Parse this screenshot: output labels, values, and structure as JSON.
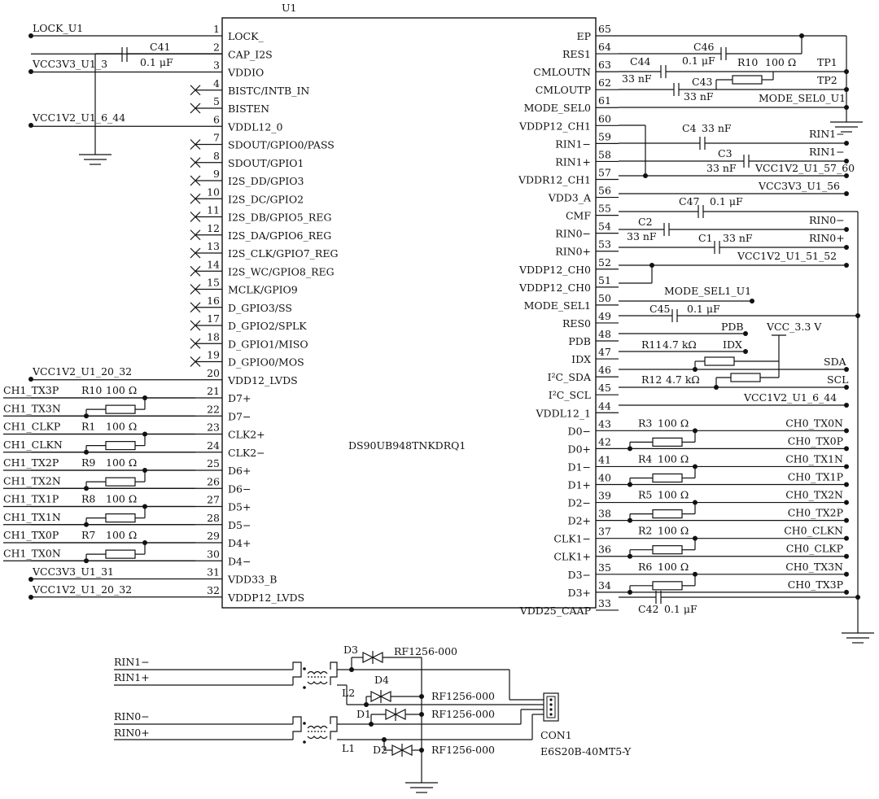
{
  "ic": {
    "ref": "U1",
    "part": "DS90UB948TNKDRQ1",
    "left_pins": [
      {
        "num": "1",
        "name": "LOCK_"
      },
      {
        "num": "2",
        "name": "CAP_I2S"
      },
      {
        "num": "3",
        "name": "VDDIO"
      },
      {
        "num": "4",
        "name": "BISTC/INTB_IN"
      },
      {
        "num": "5",
        "name": "BISTEN"
      },
      {
        "num": "6",
        "name": "VDDL12_0"
      },
      {
        "num": "7",
        "name": "SDOUT/GPIO0/PASS"
      },
      {
        "num": "8",
        "name": "SDOUT/GPIO1"
      },
      {
        "num": "9",
        "name": "I2S_DD/GPIO3"
      },
      {
        "num": "10",
        "name": "I2S_DC/GPIO2"
      },
      {
        "num": "11",
        "name": "I2S_DB/GPIO5_REG"
      },
      {
        "num": "12",
        "name": "I2S_DA/GPIO6_REG"
      },
      {
        "num": "13",
        "name": "I2S_CLK/GPIO7_REG"
      },
      {
        "num": "14",
        "name": "I2S_WC/GPIO8_REG"
      },
      {
        "num": "15",
        "name": "MCLK/GPIO9"
      },
      {
        "num": "16",
        "name": "D_GPIO3/SS"
      },
      {
        "num": "17",
        "name": "D_GPIO2/SPLK"
      },
      {
        "num": "18",
        "name": "D_GPIO1/MISO"
      },
      {
        "num": "19",
        "name": "D_GPIO0/MOS"
      },
      {
        "num": "20",
        "name": "VDD12_LVDS"
      },
      {
        "num": "21",
        "name": "D7+"
      },
      {
        "num": "22",
        "name": "D7−"
      },
      {
        "num": "23",
        "name": "CLK2+"
      },
      {
        "num": "24",
        "name": "CLK2−"
      },
      {
        "num": "25",
        "name": "D6+"
      },
      {
        "num": "26",
        "name": "D6−"
      },
      {
        "num": "27",
        "name": "D5+"
      },
      {
        "num": "28",
        "name": "D5−"
      },
      {
        "num": "29",
        "name": "D4+"
      },
      {
        "num": "30",
        "name": "D4−"
      },
      {
        "num": "31",
        "name": "VDD33_B"
      },
      {
        "num": "32",
        "name": "VDDP12_LVDS"
      }
    ],
    "right_pins": [
      {
        "num": "65",
        "name": "EP"
      },
      {
        "num": "64",
        "name": "RES1"
      },
      {
        "num": "63",
        "name": "CMLOUTN"
      },
      {
        "num": "62",
        "name": "CMLOUTP"
      },
      {
        "num": "61",
        "name": "MODE_SEL0"
      },
      {
        "num": "60",
        "name": "VDDP12_CH1"
      },
      {
        "num": "59",
        "name": "RIN1−"
      },
      {
        "num": "58",
        "name": "RIN1+"
      },
      {
        "num": "57",
        "name": "VDDR12_CH1"
      },
      {
        "num": "56",
        "name": "VDD3_A"
      },
      {
        "num": "55",
        "name": "CMF"
      },
      {
        "num": "54",
        "name": "RIN0−"
      },
      {
        "num": "53",
        "name": "RIN0+"
      },
      {
        "num": "52",
        "name": "VDDP12_CH0"
      },
      {
        "num": "51",
        "name": "VDDP12_CH0"
      },
      {
        "num": "50",
        "name": "MODE_SEL1"
      },
      {
        "num": "49",
        "name": "RES0"
      },
      {
        "num": "48",
        "name": "PDB"
      },
      {
        "num": "47",
        "name": "IDX"
      },
      {
        "num": "46",
        "name": "I²C_SDA"
      },
      {
        "num": "45",
        "name": "I²C_SCL"
      },
      {
        "num": "44",
        "name": "VDDL12_1"
      },
      {
        "num": "43",
        "name": "D0−"
      },
      {
        "num": "42",
        "name": "D0+"
      },
      {
        "num": "41",
        "name": "D1−"
      },
      {
        "num": "40",
        "name": "D1+"
      },
      {
        "num": "39",
        "name": "D2−"
      },
      {
        "num": "38",
        "name": "D2+"
      },
      {
        "num": "37",
        "name": "CLK1−"
      },
      {
        "num": "36",
        "name": "CLK1+"
      },
      {
        "num": "35",
        "name": "D3−"
      },
      {
        "num": "34",
        "name": "D3+"
      },
      {
        "num": "33",
        "name": "VDD25_CAAP"
      }
    ]
  },
  "left_nets": {
    "lock": "LOCK_U1",
    "vcc3v3_3": "VCC3V3_U1_3",
    "vcc1v2_6_44": "VCC1V2_U1_6_44",
    "vcc1v2_20_32_a": "VCC1V2_U1_20_32",
    "vcc3v3_31": "VCC3V3_U1_31",
    "vcc1v2_20_32_b": "VCC1V2_U1_20_32",
    "lvds": [
      "CH1_TX3P",
      "CH1_TX3N",
      "CH1_CLKP",
      "CH1_CLKN",
      "CH1_TX2P",
      "CH1_TX2N",
      "CH1_TX1P",
      "CH1_TX1N",
      "CH1_TX0P",
      "CH1_TX0N"
    ]
  },
  "left_parts": {
    "c41_ref": "C41",
    "c41_val": "0.1 μF",
    "r10_ref": "R10",
    "r10_val": "100 Ω",
    "r1_ref": "R1",
    "r1_val": "100 Ω",
    "r9_ref": "R9",
    "r9_val": "100 Ω",
    "r8_ref": "R8",
    "r8_val": "100 Ω",
    "r7_ref": "R7",
    "r7_val": "100 Ω"
  },
  "right_parts": {
    "c46_ref": "C46",
    "c46_val": "0.1 μF",
    "c44_ref": "C44",
    "c44_val": "33 nF",
    "r10b_ref": "R10",
    "r10b_val": "100 Ω",
    "c43_ref": "C43",
    "c43_val": "33 nF",
    "tp1": "TP1",
    "tp2": "TP2",
    "mode_sel0": "MODE_SEL0_U1",
    "c4_ref": "C4",
    "c4_val": "33 nF",
    "rin1m": "RIN1−",
    "c3_ref": "C3",
    "c3_val": "33 nF",
    "rin1m_b": "RIN1−",
    "vcc1v2_57_60": "VCC1V2_U1_57_60",
    "vcc3v3_56": "VCC3V3_U1_56",
    "c47_ref": "C47",
    "c47_val": "0.1 μF",
    "c2_ref": "C2",
    "c2_val": "33 nF",
    "rin0m": "RIN0−",
    "c1_ref": "C1",
    "c1_val": "33 nF",
    "rin0p": "RIN0+",
    "vcc1v2_51_52": "VCC1V2_U1_51_52",
    "mode_sel1": "MODE_SEL1_U1",
    "c45_ref": "C45",
    "c45_val": "0.1 μF",
    "pdb": "PDB",
    "vcc33": "VCC_3.3 V",
    "r11_ref": "R11",
    "r11_val": "4.7 kΩ",
    "idx": "IDX",
    "sda": "SDA",
    "r12_ref": "R12",
    "r12_val": "4.7 kΩ",
    "scl": "SCL",
    "vcc1v2_6_44": "VCC1V2_U1_6_44",
    "r3_ref": "R3",
    "r3_val": "100 Ω",
    "r4_ref": "R4",
    "r4_val": "100 Ω",
    "r5_ref": "R5",
    "r5_val": "100 Ω",
    "r2_ref": "R2",
    "r2_val": "100 Ω",
    "r6_ref": "R6",
    "r6_val": "100 Ω",
    "ch0": [
      "CH0_TX0N",
      "CH0_TX0P",
      "CH0_TX1N",
      "CH0_TX1P",
      "CH0_TX2N",
      "CH0_TX2P",
      "CH0_CLKN",
      "CH0_CLKP",
      "CH0_TX3N",
      "CH0_TX3P"
    ],
    "c42_ref": "C42",
    "c42_val": "0.1 μF"
  },
  "bottom": {
    "rin1m": "RIN1−",
    "rin1p": "RIN1+",
    "rin0m": "RIN0−",
    "rin0p": "RIN0+",
    "d3": "D3",
    "d4": "D4",
    "d1": "D1",
    "d2": "D2",
    "rf1": "RF1256-000",
    "rf2": "RF1256-000",
    "rf3": "RF1256-000",
    "rf4": "RF1256-000",
    "l2": "L2",
    "l1": "L1",
    "con_ref": "CON1",
    "con_part": "E6S20B-40MT5-Y"
  }
}
